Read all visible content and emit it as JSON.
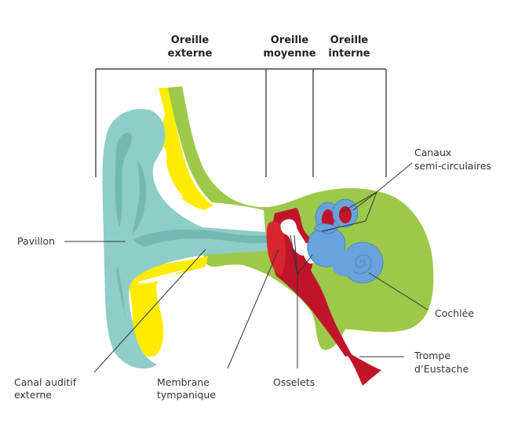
{
  "diagram": {
    "title": "Anatomie de l'oreille",
    "sections": [
      {
        "id": "external",
        "line1": "Oreille",
        "line2": "externe"
      },
      {
        "id": "middle",
        "line1": "Oreille",
        "line2": "moyenne"
      },
      {
        "id": "inner",
        "line1": "Oreille",
        "line2": "interne"
      }
    ],
    "labels": {
      "pavillon": {
        "line1": "Pavillon"
      },
      "canal": {
        "line1": "Canal auditif",
        "line2": "externe"
      },
      "membrane": {
        "line1": "Membrane",
        "line2": "tympanique"
      },
      "osselets": {
        "line1": "Osselets"
      },
      "canaux": {
        "line1": "Canaux",
        "line2": "semi-circulaires"
      },
      "cochlee": {
        "line1": "Cochlée"
      },
      "trompe": {
        "line1": "Trompe",
        "line2": "d’Eustache"
      }
    },
    "colors": {
      "pinna": "#8fcdc8",
      "pinna_shade": "#74b8b4",
      "cartilage": "#fcec00",
      "bone": "#9cc94a",
      "eardrum": "#d9262e",
      "middle_ear": "#c0142a",
      "inner_ear": "#6aa3dc",
      "inner_ear_stroke": "#3d7fc4",
      "white": "#ffffff"
    }
  }
}
